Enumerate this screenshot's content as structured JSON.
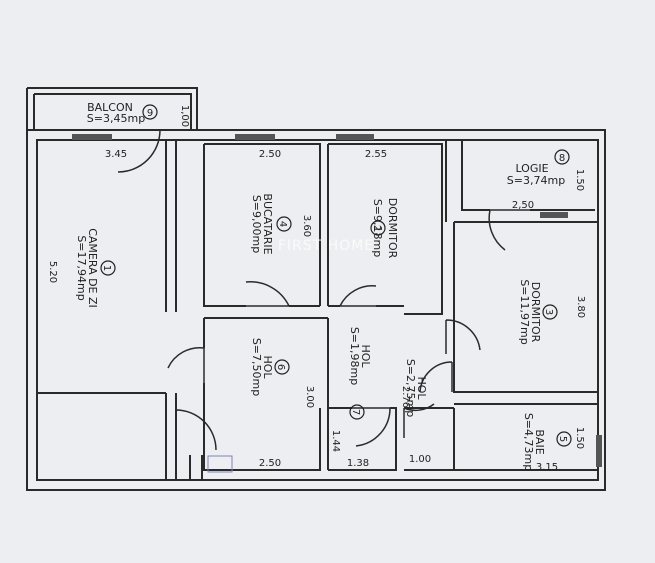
{
  "rooms": {
    "balcon": {
      "number": "9",
      "name": "BALCON",
      "area": "S=3,45mp"
    },
    "camera_de_zi": {
      "number": "1",
      "name": "CAMERA DE ZI",
      "area": "S=17,94mp"
    },
    "bucatarie": {
      "number": "4",
      "name": "BUCATARIE",
      "area": "S=9,00mp"
    },
    "dormitor_2": {
      "number": "2",
      "name": "DORMITOR",
      "area": "S=9,18mp"
    },
    "logie": {
      "number": "8",
      "name": "LOGIE",
      "area": "S=3,74mp"
    },
    "dormitor_3": {
      "number": "3",
      "name": "DORMITOR",
      "area": "S=11,97mp"
    },
    "hol_6": {
      "number": "6",
      "name": "HOL",
      "area": "S=7,50mp"
    },
    "hol_center": {
      "name": "HOL",
      "area": "S=1,98mp"
    },
    "hol_small": {
      "name": "HOL",
      "area": "S=2,75mp"
    },
    "wc": {
      "number": "7"
    },
    "baie": {
      "number": "5",
      "name": "BAIE",
      "area": "S=4,73mp"
    }
  },
  "dimensions": {
    "balcon_depth": "1,00",
    "living_width": "3.45",
    "living_length": "5.20",
    "kitchen_width": "2.50",
    "kitchen_length": "3.60",
    "bedroom2_width": "2.55",
    "logie_width": "2,50",
    "logie_depth": "1.50",
    "bedroom3_length": "3.80",
    "hol_width": "2.50",
    "hol_length": "3.00",
    "hol_small_length": "2.76",
    "wc_height": "1.44",
    "wc_width": "1.38",
    "door_width": "1.00",
    "bath_width": "3.15",
    "bath_depth": "1.50"
  },
  "watermark": "FIRST HOME"
}
